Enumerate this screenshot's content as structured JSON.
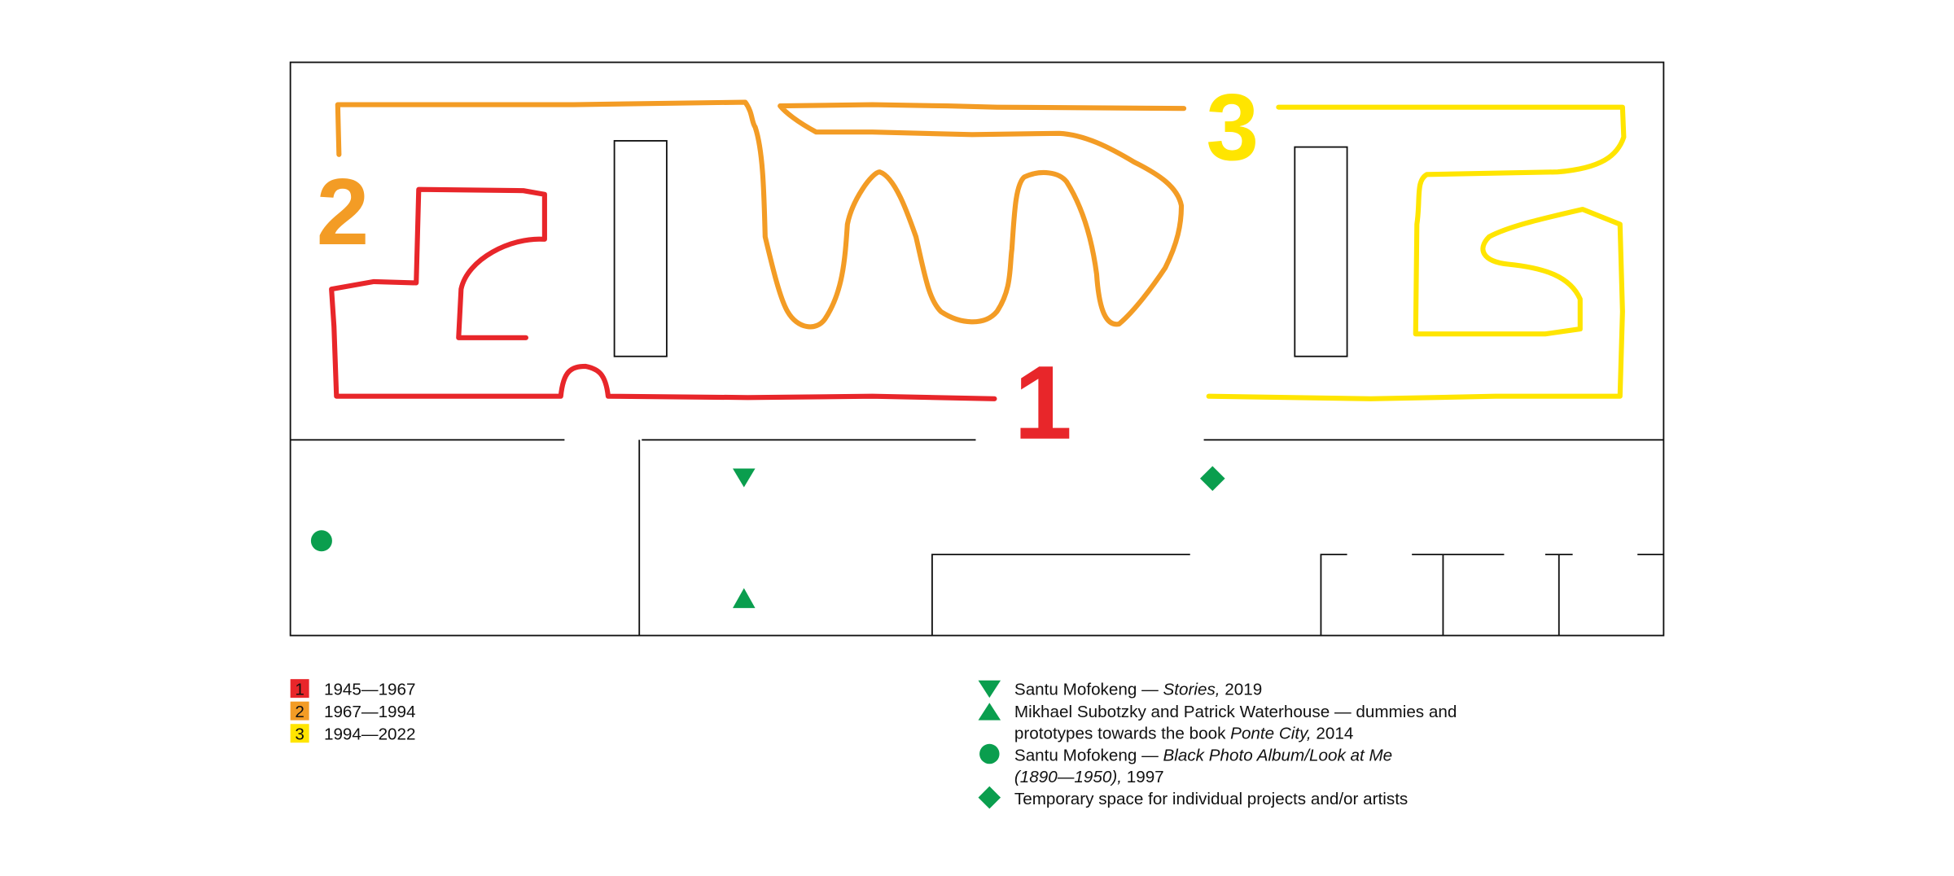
{
  "colors": {
    "period_1": "#e8262a",
    "period_2": "#f39c25",
    "period_3": "#ffe500",
    "marker": "#0a9e4e"
  },
  "map_labels": {
    "room_1": "1",
    "room_2": "2",
    "room_3": "3"
  },
  "legend_periods": [
    {
      "number": "1",
      "label": "1945—1967"
    },
    {
      "number": "2",
      "label": "1967—1994"
    },
    {
      "number": "3",
      "label": "1994—2022"
    }
  ],
  "legend_works": [
    {
      "icon": "triangle-down-icon",
      "artist": "Santu Mofokeng — ",
      "title": "Stories,",
      "rest": " 2019"
    },
    {
      "icon": "triangle-up-icon",
      "artist": "Mikhael Subotzky and Patrick Waterhouse — dummies and",
      "line2_pre": "prototypes towards the book ",
      "title": "Ponte City,",
      "rest": " 2014"
    },
    {
      "icon": "circle-icon",
      "artist": "Santu Mofokeng — ",
      "title": "Black Photo Album/Look at Me",
      "title2": "(1890—1950),",
      "rest": " 1997"
    },
    {
      "icon": "diamond-icon",
      "text": "Temporary space for individual projects and/or artists"
    }
  ]
}
